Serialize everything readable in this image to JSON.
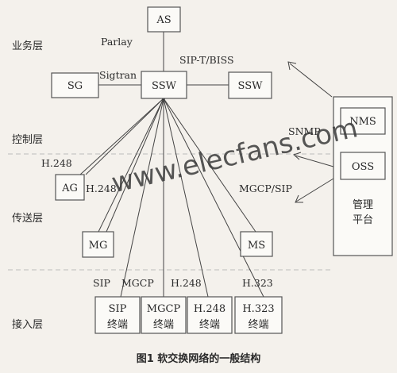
{
  "layers": {
    "service": "业务层",
    "control": "控制层",
    "transport": "传送层",
    "access": "接入层"
  },
  "nodes": {
    "as": "AS",
    "sg": "SG",
    "ssw_main": "SSW",
    "ssw_peer": "SSW",
    "nms": "NMS",
    "oss": "OSS",
    "ag": "AG",
    "mg": "MG",
    "ms": "MS",
    "mgmt_platform": [
      "管理",
      "平台"
    ],
    "terminal_sip": [
      "SIP",
      "终端"
    ],
    "terminal_mgcp": [
      "MGCP",
      "终端"
    ],
    "terminal_h248": [
      "H.248",
      "终端"
    ],
    "terminal_h323": [
      "H.323",
      "终端"
    ]
  },
  "labels": {
    "parlay": "Parlay",
    "sigtran": "Sigtran",
    "sip_t_biss": "SIP-T/BISS",
    "snmp": "SNMP",
    "h248_ag_left": "H.248",
    "h248_ag_right": "H.248",
    "mgcp_sip": "MGCP/SIP",
    "proto_sip": "SIP",
    "proto_mgcp": "MGCP",
    "proto_h248": "H.248",
    "proto_h323": "H.323"
  },
  "watermark": "www.elecfans.com",
  "caption": "图1   软交换网络的一般结构"
}
